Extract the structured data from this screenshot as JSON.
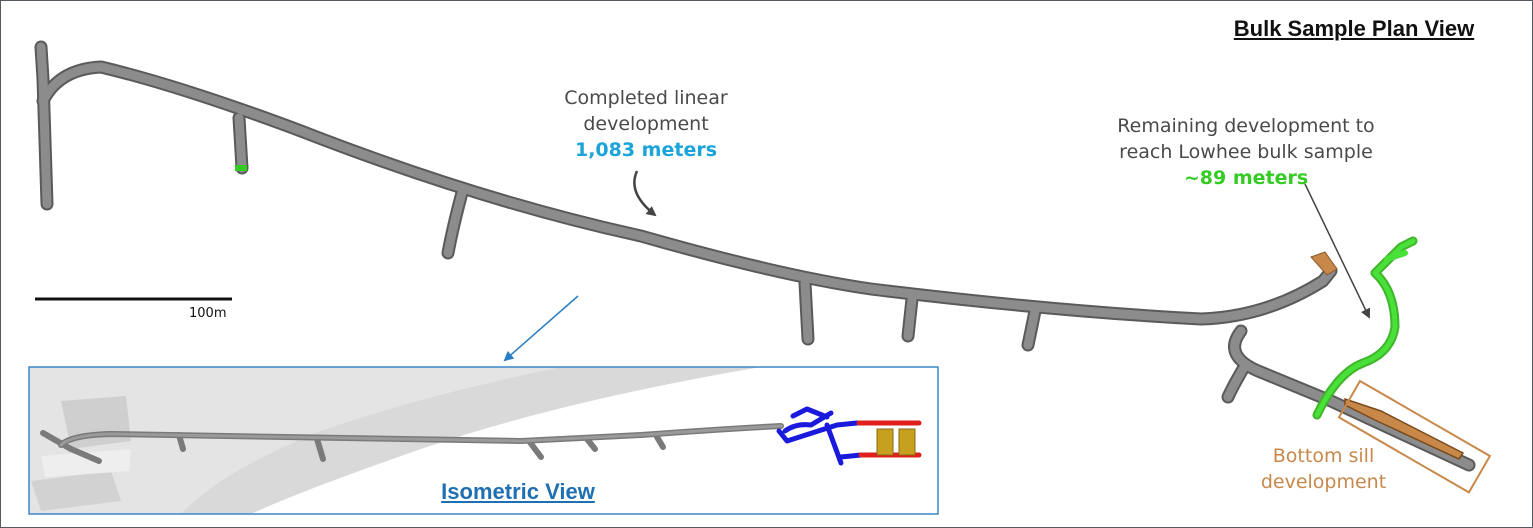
{
  "title": "Bulk Sample Plan View",
  "completed": {
    "line1": "Completed linear",
    "line2": "development",
    "value": "1,083 meters"
  },
  "remaining": {
    "line1": "Remaining development to",
    "line2": "reach Lowhee bulk sample",
    "value": "~89 meters"
  },
  "bottom_sill": {
    "line1": "Bottom sill",
    "line2": "development"
  },
  "scale_bar": {
    "label": "100m"
  },
  "isometric": {
    "title": "Isometric View"
  },
  "colors": {
    "completed_tunnel": "#808080",
    "remaining_development": "#33cc22",
    "bottom_sill": "#c8884a",
    "isometric_frame": "#3a86c8",
    "iso_new_development": "#1a1adc",
    "iso_red_segment": "#e0201c",
    "iso_gold_block": "#c8a020"
  }
}
